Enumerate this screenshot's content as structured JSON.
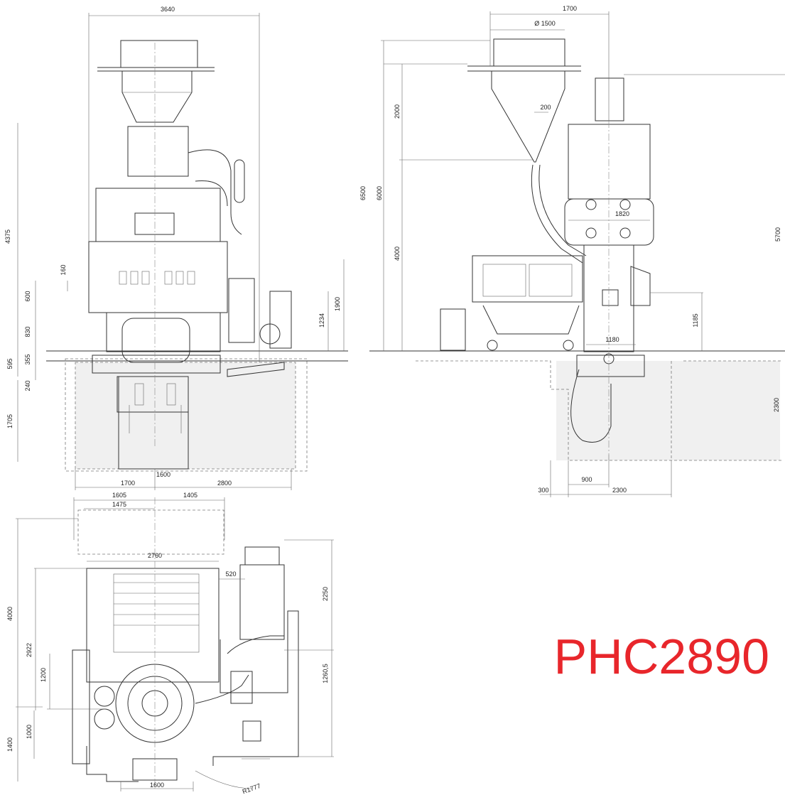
{
  "title": "PHC2890",
  "colors": {
    "title": "#e8262b",
    "lines": "#333333",
    "pit": "#f0f0f0"
  },
  "front_view": {
    "width_total": "3640",
    "height_4375": "4375",
    "dim_160": "160",
    "dim_600": "600",
    "dim_830": "830",
    "dim_595": "595",
    "dim_355": "355",
    "dim_240": "240",
    "dim_1705": "1705",
    "dim_1900": "1900",
    "dim_1234": "1234",
    "dim_1700": "1700",
    "dim_1600": "1600",
    "dim_2800": "2800"
  },
  "side_view": {
    "width_1700": "1700",
    "dia_1500": "Ø 1500",
    "dim_200": "200",
    "dim_6500": "6500",
    "dim_6000": "6000",
    "dim_2000": "2000",
    "dim_4000": "4000",
    "dim_1820": "1820",
    "dim_5700": "5700",
    "dim_1185": "1185",
    "dim_1180": "1180",
    "dim_2300v": "2300",
    "dim_300": "300",
    "dim_900": "900",
    "dim_2300h": "2300"
  },
  "plan_view": {
    "dim_1605": "1605",
    "dim_1405": "1405",
    "dim_1475": "1475",
    "dim_2760": "2760",
    "dim_520": "520",
    "dim_2250": "2250",
    "dim_4000": "4000",
    "dim_2922": "2922",
    "dim_1200": "1200",
    "dim_1260": "1260,5",
    "dim_1400": "1400",
    "dim_1000": "1000",
    "dim_1600": "1600",
    "radius": "R1777"
  }
}
